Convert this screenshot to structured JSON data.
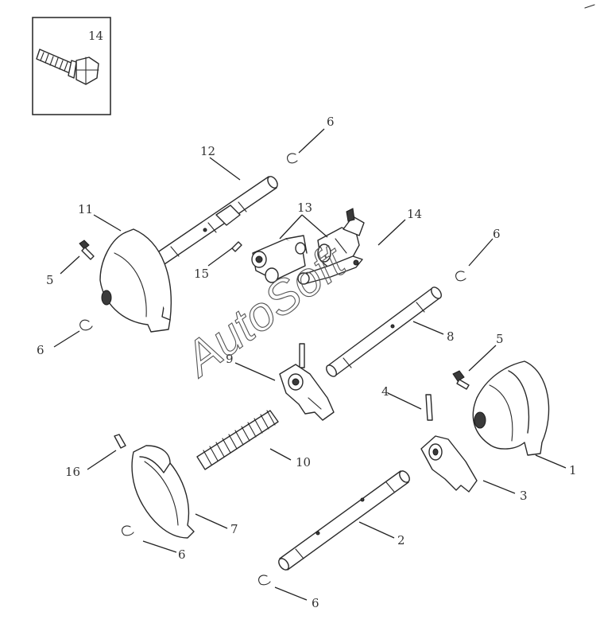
{
  "watermark": "AutoSoft",
  "callouts": {
    "inset_14": "14",
    "c1": "1",
    "c2": "2",
    "c3": "3",
    "c4": "4",
    "c5a": "5",
    "c5b": "5",
    "c6a": "6",
    "c6b": "6",
    "c6c": "6",
    "c6d": "6",
    "c6e": "6",
    "c7": "7",
    "c8": "8",
    "c9": "9",
    "c10": "10",
    "c11": "11",
    "c12": "12",
    "c13": "13",
    "c14": "14",
    "c15": "15",
    "c16": "16"
  }
}
